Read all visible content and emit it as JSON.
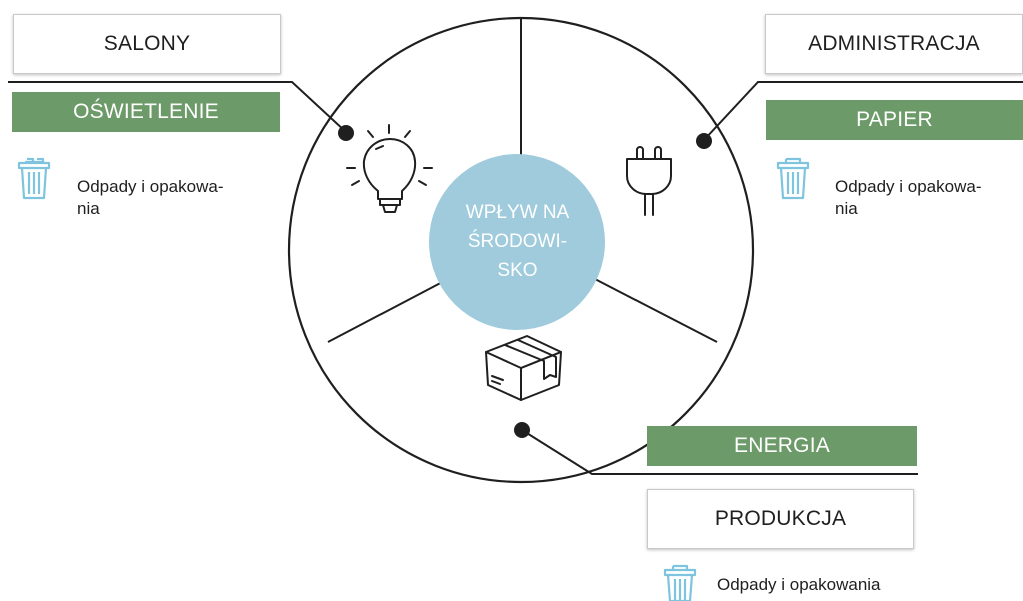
{
  "center": {
    "line1": "WPŁYW NA",
    "line2": "ŚRODOWI-",
    "line3": "SKO"
  },
  "left": {
    "header": "SALONY",
    "category": "OŚWIETLENIE",
    "note_line1": "Odpady i opakowa-",
    "note_line2": "nia",
    "segment_icon": "lightbulb-icon",
    "note_icon": "trash-bin-icon"
  },
  "right": {
    "header": "ADMINISTRACJA",
    "category": "PAPIER",
    "note_line1": "Odpady i opakowa-",
    "note_line2": "nia",
    "segment_icon": "power-plug-icon",
    "note_icon": "trash-bin-icon"
  },
  "bottom": {
    "category": "ENERGIA",
    "header": "PRODUKCJA",
    "note_line1": "Odpady i opakowania",
    "segment_icon": "package-box-icon",
    "note_icon": "trash-bin-icon"
  },
  "colors": {
    "green": "#6d9a69",
    "center_circle": "#9fcbdc",
    "icon_blue": "#7fc4de",
    "line": "#1f1f1f"
  }
}
